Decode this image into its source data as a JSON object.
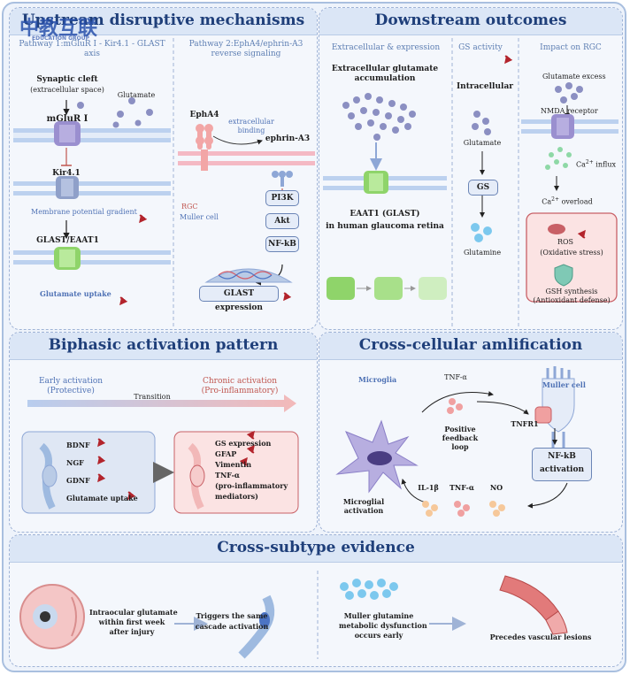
{
  "panels": {
    "upstream": {
      "title": "Upstream disruptive mechanisms",
      "pathway1": "Pathway 1:mGluR I - Kir4.1 - GLAST axis",
      "pathway2": "Pathway 2:EphA4/ephrin-A3 reverse signaling",
      "synaptic_cleft": "Synaptic cleft",
      "extracellular_space": "(extracellular space)",
      "glutamate": "Glutamate",
      "mglur": "mGluR I",
      "kir": "Kir4.1",
      "membrane_potential": "Membrane potential gradient",
      "glast_eaat1": "GLAST/EAAT1",
      "glutamate_uptake": "Glutamate uptake",
      "epha4": "EphA4",
      "extracellular_binding": "extracellular binding",
      "ephrin": "ephrin-A3",
      "rgc": "RGC",
      "muller": "Muller cell",
      "pi3k": "PI3K",
      "akt": "Akt",
      "nfkb": "NF-kB",
      "glast_expression": "GLAST expression"
    },
    "downstream": {
      "title": "Downstream outcomes",
      "col1": "Extracellular & expression",
      "col2": "GS activity",
      "col3": "Impact on RGC",
      "ext_accum": "Extracellular glutamate accumulation",
      "eaat1": "EAAT1 (GLAST)",
      "eaat1_sub": "in human glaucoma retina",
      "intracellular": "Intracellular",
      "glutamate": "Glutamate",
      "gs": "GS",
      "glutamine": "Glutamine",
      "glu_excess": "Glutamate excess",
      "nmda": "NMDA receptor",
      "ca_influx_a": "Ca",
      "ca_influx_b": "influx",
      "ca_overload_a": "Ca",
      "ca_overload_b": "overload",
      "ca_sup": "2+",
      "ros": "ROS",
      "ros_sub": "(Oxidative stress)",
      "gsh": "GSH synthesis",
      "gsh_sub": "(Antioxidant defense)"
    },
    "biphasic": {
      "title": "Biphasic activation pattern",
      "early": "Early activation",
      "early_sub": "(Protective)",
      "transition": "Transition",
      "chronic": "Chronic activation",
      "chronic_sub": "(Pro-inflammatory)",
      "left_items": [
        "BDNF",
        "NGF",
        "GDNF",
        "Glutamate uptake"
      ],
      "right_items": [
        "GS expression",
        "GFAP",
        "Vimentin",
        "TNF-α",
        "(pro-inflammatory",
        "mediators)"
      ]
    },
    "crosscell": {
      "title": "Cross-cellular amlification",
      "microglia": "Microglia",
      "tnf_top": "TNF-α",
      "muller": "Muller cell",
      "tnfr1": "TNFR1",
      "loop": [
        "Positive",
        "feedback",
        "loop"
      ],
      "nfkb": "NF-kB",
      "activation": "activation",
      "il1b": "IL-1β",
      "tnf_bottom": "TNF-α",
      "no": "NO",
      "micro_act_a": "Microglial",
      "micro_act_b": "activation"
    },
    "subtype": {
      "title": "Cross-subtype evidence",
      "iop": [
        "Intraocular glutamate",
        "within first week",
        "after injury"
      ],
      "triggers": [
        "Triggers the same",
        "cascade activation"
      ],
      "muller_dys": [
        "Muller glutamine",
        "metabolic dysfunction",
        "occurs early"
      ],
      "precedes": "Precedes vascular lesions"
    }
  },
  "watermark": {
    "cn": "中教互联",
    "en": "EDUCATION GROUP"
  },
  "colors": {
    "accent": "#1f3f7a",
    "header_bg": "#dbe6f6",
    "down_arrow": "#b3242c",
    "transporter": "#8fd46a",
    "receptor": "#9a8fcf",
    "glutamate": "#8b8fc2",
    "glutamine": "#7cc8ee",
    "cytokine": "#f0a0a0"
  }
}
